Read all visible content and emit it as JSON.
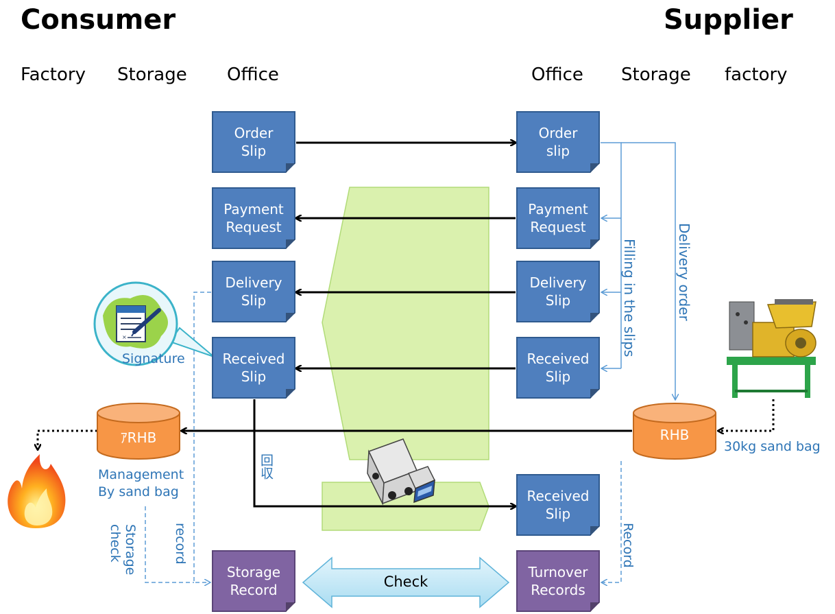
{
  "headings": {
    "consumer": "Consumer",
    "supplier": "Supplier"
  },
  "columns": {
    "consumer_factory": "Factory",
    "consumer_storage": "Storage",
    "consumer_office": "Office",
    "supplier_office": "Office",
    "supplier_storage": "Storage",
    "supplier_factory": "factory"
  },
  "consumer_docs": {
    "order": "Order\nSlip",
    "payment": "Payment\nRequest",
    "delivery": "Delivery\nSlip",
    "received": "Received\nSlip",
    "storage_record": "Storage\nRecord"
  },
  "supplier_docs": {
    "order": "Order\nslip",
    "payment": "Payment\nRequest",
    "delivery": "Delivery\nSlip",
    "received": "Received\nSlip",
    "received_returned": "Received\nSlip",
    "turnover": "Turnover\nRecords"
  },
  "labels": {
    "filling_in_the_slips": "Filling in the slips",
    "delivery_order": "Delivery order",
    "signature": "Signature",
    "consumer_rhb": "ｱRHB",
    "supplier_rhb": "RHB",
    "sand_bag": "30kg sand bag",
    "management_line1": "Management",
    "management_line2": "By sand bag",
    "collect": "回収",
    "storage_check": "Storage\ncheck",
    "record_consumer": "record",
    "record_supplier": "Record",
    "check": "Check"
  },
  "colors": {
    "doc_blue": "#4f7fbe",
    "doc_purple": "#8064a2",
    "tank_orange": "#f79646",
    "label_blue": "#2e75b6",
    "truck_panel_green": "#d7f0a6",
    "check_arrow_blue": "#bde4f4"
  },
  "icons": [
    "signature-document-icon",
    "fire-icon",
    "truck-icon",
    "sand-mill-machine-icon"
  ]
}
